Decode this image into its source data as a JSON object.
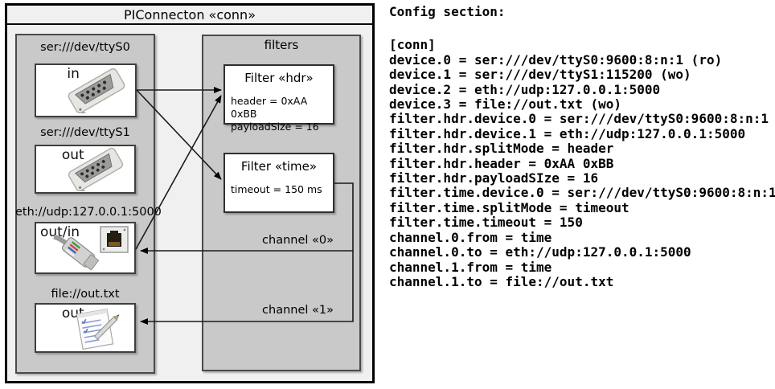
{
  "diagram": {
    "title": "PIConnecton «conn»",
    "left_panel": {
      "devices": [
        {
          "label": "ser:///dev/ttyS0",
          "direction": "in",
          "icon": "serial-connector-icon"
        },
        {
          "label": "ser:///dev/ttyS1",
          "direction": "out",
          "icon": "serial-connector-icon"
        },
        {
          "label": "eth://udp:127.0.0.1:5000",
          "direction": "out/in",
          "icon": "ethernet-icon"
        },
        {
          "label": "file://out.txt",
          "direction": "out",
          "icon": "notepad-icon"
        }
      ]
    },
    "filters_panel": {
      "label": "filters",
      "filters": [
        {
          "title": "Filter «hdr»",
          "properties": [
            "header = 0xAA 0xBB",
            "payloadSize = 16"
          ]
        },
        {
          "title": "Filter «time»",
          "properties": [
            "timeout = 150 ms"
          ]
        }
      ]
    },
    "channels": [
      {
        "label": "channel «0»"
      },
      {
        "label": "channel «1»"
      }
    ],
    "colors": {
      "canvas_fill": "#f0f0f0",
      "panel_fill": "#c9c9c9",
      "box_fill": "#ffffff",
      "line": "#000000"
    }
  },
  "config": {
    "heading": "Config section:",
    "lines": [
      "[conn]",
      "device.0 = ser:///dev/ttyS0:9600:8:n:1 (ro)",
      "device.1 = ser:///dev/ttyS1:115200 (wo)",
      "device.2 = eth://udp:127.0.0.1:5000",
      "device.3 = file://out.txt (wo)",
      "filter.hdr.device.0 = ser:///dev/ttyS0:9600:8:n:1",
      "filter.hdr.device.1 = eth://udp:127.0.0.1:5000",
      "filter.hdr.splitMode = header",
      "filter.hdr.header = 0xAA 0xBB",
      "filter.hdr.payloadSIze = 16",
      "filter.time.device.0 = ser:///dev/ttyS0:9600:8:n:1",
      "filter.time.splitMode = timeout",
      "filter.time.timeout = 150",
      "channel.0.from = time",
      "channel.0.to = eth://udp:127.0.0.1:5000",
      "channel.1.from = time",
      "channel.1.to = file://out.txt"
    ]
  }
}
